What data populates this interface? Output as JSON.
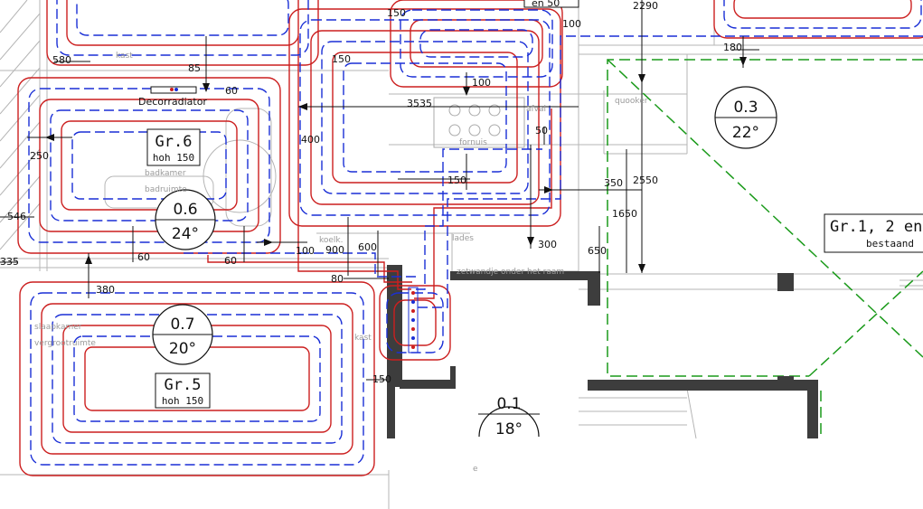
{
  "groups": [
    {
      "id": "gr6",
      "name": "Gr.6",
      "spacing": "hoh 150"
    },
    {
      "id": "gr5",
      "name": "Gr.5",
      "spacing": "hoh 150"
    }
  ],
  "group_existing": {
    "name": "Gr.1, 2 en",
    "note": "bestaand"
  },
  "rooms": [
    {
      "id": "r03",
      "number": "0.3",
      "temp": "22°"
    },
    {
      "id": "r06",
      "number": "0.6",
      "temp": "24°"
    },
    {
      "id": "r07",
      "number": "0.7",
      "temp": "20°"
    },
    {
      "id": "r01",
      "number": "0.1",
      "temp": "18°"
    }
  ],
  "labels": {
    "decorradiator": "Decorradiator",
    "top_box": "en 50",
    "kast_left": "kast",
    "kast_right": "kast",
    "fornuis": "fornuis",
    "afval": "afval",
    "quooker": "quooker",
    "koelk": "koelk.",
    "lades": "lades",
    "badkamer": "badkamer",
    "badruimte": "badruimte",
    "slaapkamer": "slaapkamer",
    "vergrotruimte": "vergrootruimte",
    "vensterbank": "zetwandje onder het raam",
    "bottom_e": "e"
  },
  "dimensions": {
    "d150_top": "150",
    "d2290": "2290",
    "d100_top": "100",
    "d580": "580",
    "d85": "85",
    "d150_b": "150",
    "d180": "180",
    "d60_a": "60",
    "d100_b": "100",
    "d3535": "3535",
    "d250": "250",
    "d400": "400",
    "d50": "50",
    "d150_c": "150",
    "d350": "350",
    "d2550": "2550",
    "d1650": "1650",
    "d546": "546",
    "d100_c": "100",
    "d900": "900",
    "d600": "600",
    "d300": "300",
    "d650": "650",
    "d60_b": "60",
    "d60_c": "60",
    "d335": "335",
    "d380": "380",
    "d80": "80",
    "d150_d": "150"
  },
  "colors": {
    "supply_pipe": "#cc1f1f",
    "return_pipe": "#1a2fd6",
    "existing_outline": "#1a9a1a",
    "wall": "#3d3d3d"
  }
}
